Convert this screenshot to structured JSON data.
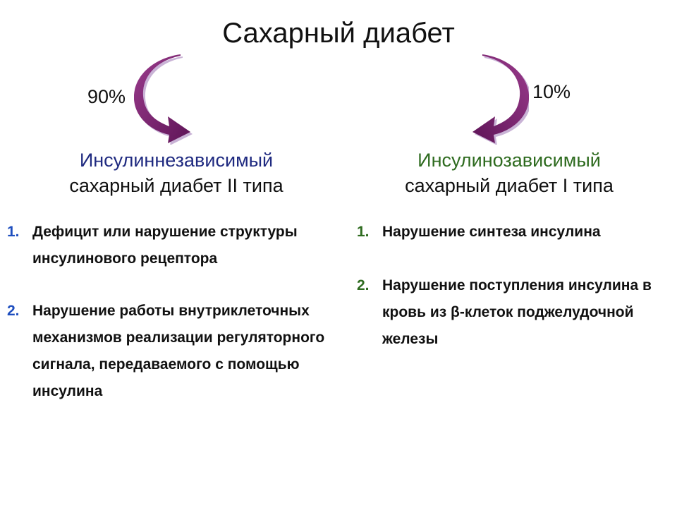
{
  "title": "Сахарный диабет",
  "left": {
    "percent": "90%",
    "heading_line1": "Инсулиннезависимый",
    "heading_line2": "сахарный диабет II типа",
    "items": [
      {
        "num": "1.",
        "text": "Дефицит или нарушение структуры инсулинового рецептора"
      },
      {
        "num": "2.",
        "text": "Нарушение работы внутриклеточных механизмов реализации регуляторного сигнала, передаваемого с помощью инсулина"
      }
    ]
  },
  "right": {
    "percent": "10%",
    "heading_line1": "Инсулинозависимый",
    "heading_line2": "сахарный диабет I типа",
    "items": [
      {
        "num": "1.",
        "text": "Нарушение синтеза инсулина"
      },
      {
        "num": "2.",
        "text": "Нарушение поступления инсулина в кровь из β-клеток поджелудочной железы"
      }
    ]
  },
  "colors": {
    "arrow": "#7a1f6e",
    "arrow_shadow": "#b8a0c8",
    "left_heading": "#1f2a80",
    "right_heading": "#2e6b1f",
    "left_numbers": "#1f4fbf",
    "right_numbers": "#2e6b1f"
  },
  "icons": {
    "left_arrow": "curved-arrow-down-right-icon",
    "right_arrow": "curved-arrow-down-left-icon"
  }
}
